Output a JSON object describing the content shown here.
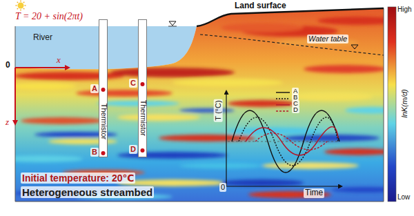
{
  "diagram": {
    "nodes": [
      {
        "text": [
          "Thermistor"
        ]
      },
      {
        "text": [
          "Thermistor"
        ]
      }
    ],
    "labels": [
      "T = 20 + sin(2πt)",
      "River",
      "0",
      "x",
      "z",
      "A",
      "B",
      "C",
      "D",
      "Land surface",
      "Water table",
      "T (°C)",
      "0",
      "Time",
      "Initial temperature: 20℃",
      "Heterogeneous streambed",
      "High",
      "Low",
      "lnK(m/d)"
    ],
    "legend": [
      {
        "text": "A"
      },
      {
        "text": "B"
      },
      {
        "text": "C"
      },
      {
        "text": "D"
      }
    ]
  }
}
